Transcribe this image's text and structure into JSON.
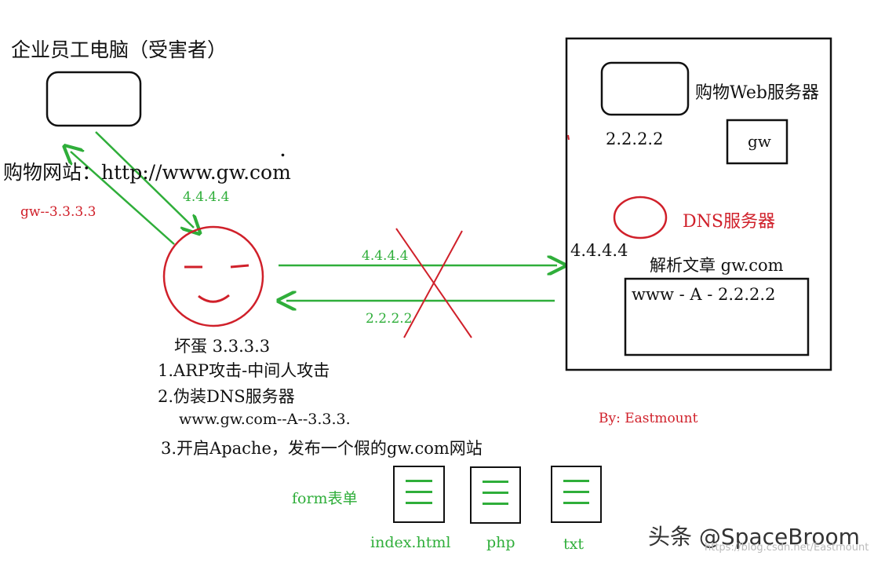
{
  "victim": {
    "title": "企业员工电脑（受害者）",
    "site_line": "购物网站：http://www.gw.com",
    "dot": ".",
    "hosts_entry": "gw--3.3.3.3",
    "arrow_label": "4.4.4.4"
  },
  "attacker": {
    "label": "坏蛋 3.3.3.3",
    "steps": [
      "1.ARP攻击-中间人攻击",
      "2.伪装DNS服务器",
      "www.gw.com--A--3.3.3.",
      "3.开启Apache，发布一个假的gw.com网站"
    ]
  },
  "links": {
    "to_dns_label": "4.4.4.4",
    "from_dns_label": "2.2.2.2"
  },
  "server_box": {
    "web_server_label": "购物Web服务器",
    "web_server_ip": "2.2.2.2",
    "gw_label": "gw",
    "dns_server_label": "DNS服务器",
    "dns_ip": "4.4.4.4",
    "resolve_label": "解析文章 gw.com",
    "record": "www - A - 2.2.2.2"
  },
  "fake_site": {
    "form_label": "form表单",
    "files": [
      "index.html",
      "php",
      "txt"
    ]
  },
  "credit": "By: Eastmount",
  "watermark": {
    "main": "头条 @SpaceBroom",
    "url": "https://blog.csdn.net/Eastmount"
  },
  "colors": {
    "arrow_green": "#2fae3a",
    "cross_red": "#d0202a",
    "face_red": "#d0202a"
  }
}
